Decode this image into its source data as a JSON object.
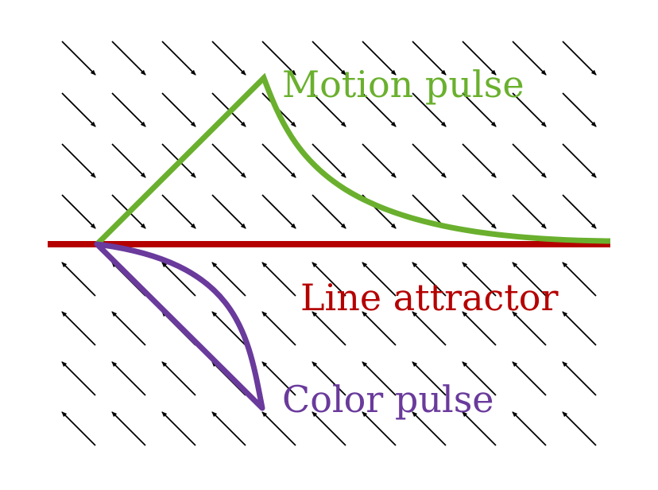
{
  "labels": {
    "motion": "Motion pulse",
    "line": "Line attractor",
    "color": "Color pulse"
  },
  "colors": {
    "motion": "#6ab02e",
    "line": "#b50000",
    "color": "#6a3a9c",
    "arrows": "#000000",
    "background": "#ffffff"
  },
  "vector_field": {
    "upper_direction": "down-right",
    "lower_direction": "up-left"
  }
}
